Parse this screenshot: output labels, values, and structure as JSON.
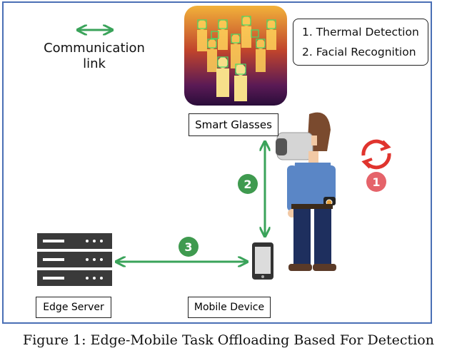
{
  "legend": {
    "line1": "Communication",
    "line2": "link"
  },
  "steps_box": {
    "step1": "1. Thermal Detection",
    "step2": "2. Facial Recognition"
  },
  "labels": {
    "smart_glasses": "Smart Glasses",
    "edge_server": "Edge Server",
    "mobile_device": "Mobile Device"
  },
  "badges": {
    "one": "1",
    "two": "2",
    "three": "3"
  },
  "caption": "Figure 1: Edge-Mobile Task Offloading Based For Detection",
  "colors": {
    "link_green": "#3aa35a",
    "badge_green": "#3f9a4f",
    "badge_red": "#e5636a",
    "refresh_red": "#e0342e",
    "frame_blue": "#4a6fb5"
  },
  "icons": [
    "communication-arrow-icon",
    "thermal-image",
    "server-icon",
    "phone-icon",
    "person-vr-icon",
    "refresh-icon"
  ]
}
